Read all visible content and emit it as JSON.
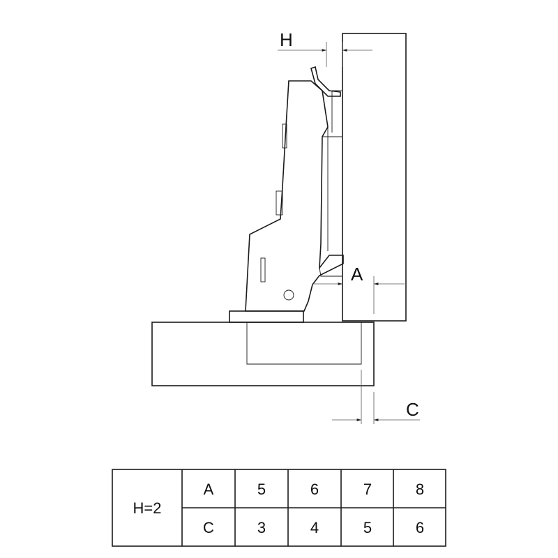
{
  "diagram": {
    "label_h": "H",
    "label_a": "A",
    "label_c": "C",
    "colors": {
      "line": "#1a1a1a",
      "background": "#ffffff"
    }
  },
  "table": {
    "header": "H=2",
    "rows": [
      {
        "label": "A",
        "values": [
          "5",
          "6",
          "7",
          "8"
        ]
      },
      {
        "label": "C",
        "values": [
          "3",
          "4",
          "5",
          "6"
        ]
      }
    ]
  }
}
